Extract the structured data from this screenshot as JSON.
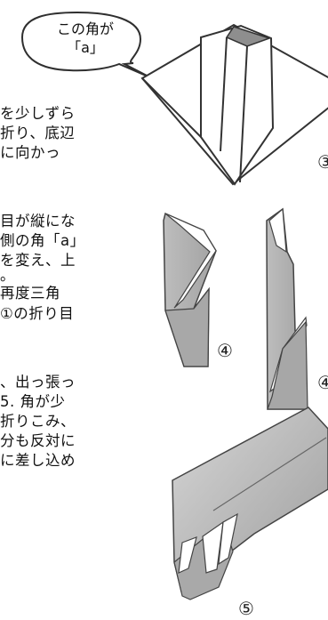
{
  "callout": {
    "line1": "この角が",
    "line2": "「a」"
  },
  "instructions": [
    "を少しずら",
    "折り、底辺",
    "に向かっ",
    "目が縦にな",
    "側の角「a」",
    "を変え、上",
    "。",
    "再度三角",
    "①の折り目",
    "、出っ張っ",
    "5. 角が少",
    "折りこみ、",
    "分も反対に",
    "に差し込め"
  ],
  "step_labels": {
    "step3": "③",
    "step4": "④",
    "step4b": "④",
    "step5": "⑤"
  },
  "colors": {
    "paper_shade": "#b9b9b9",
    "paper_dark": "#9a9a9a",
    "paper_white": "#ffffff",
    "outline": "#3a3a3a"
  }
}
